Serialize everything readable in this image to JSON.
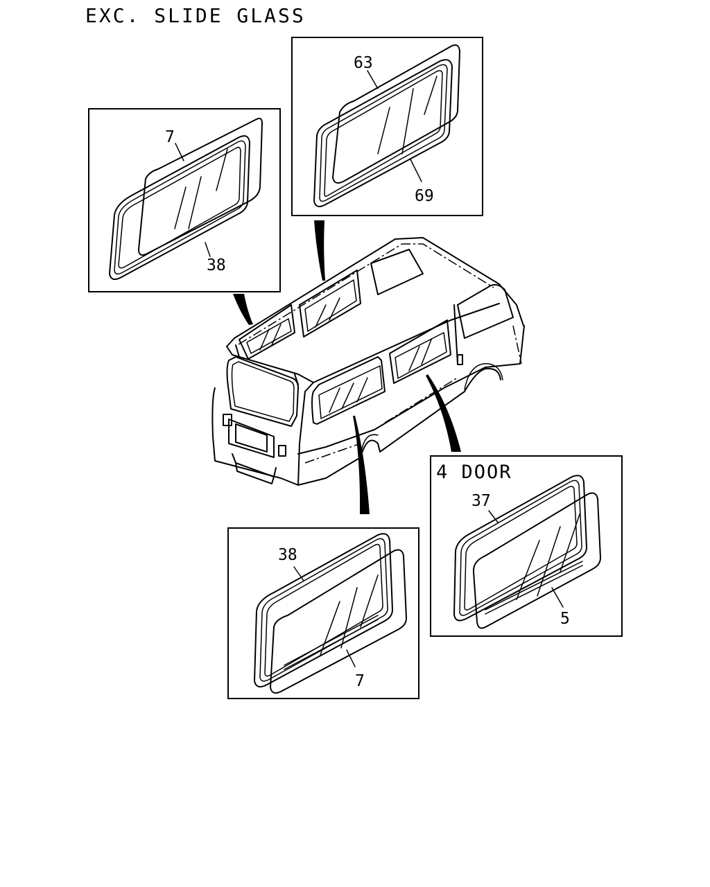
{
  "diagram": {
    "title": "EXC. SLIDE GLASS",
    "panels": [
      {
        "id": "rear-quarter",
        "callouts": [
          "7",
          "38"
        ]
      },
      {
        "id": "side-upper",
        "callouts": [
          "63",
          "69"
        ]
      },
      {
        "id": "side-lower",
        "callouts": [
          "38",
          "7"
        ]
      },
      {
        "id": "four-door",
        "heading": "4  DOOR",
        "callouts": [
          "37",
          "5"
        ]
      }
    ]
  }
}
